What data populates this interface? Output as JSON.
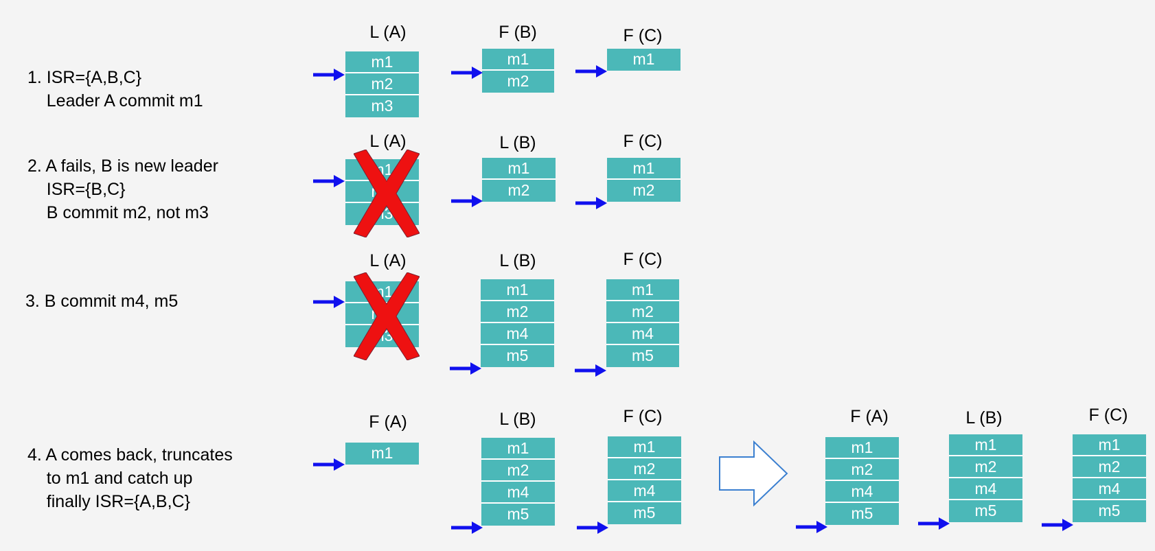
{
  "steps": [
    {
      "id": "step-1",
      "lines": [
        "1. ISR={A,B,C}",
        "    Leader A commit m1"
      ],
      "replicas": [
        {
          "label": "L (A)",
          "messages": [
            "m1",
            "m2",
            "m3"
          ],
          "failed": false
        },
        {
          "label": "F (B)",
          "messages": [
            "m1",
            "m2"
          ],
          "failed": false
        },
        {
          "label": "F (C)",
          "messages": [
            "m1"
          ],
          "failed": false
        }
      ]
    },
    {
      "id": "step-2",
      "lines": [
        "2. A fails, B is new leader",
        "    ISR={B,C}",
        "    B commit m2, not m3"
      ],
      "replicas": [
        {
          "label": "L (A)",
          "messages": [
            "m1",
            "m2",
            "m3"
          ],
          "failed": true
        },
        {
          "label": "L (B)",
          "messages": [
            "m1",
            "m2"
          ],
          "failed": false
        },
        {
          "label": "F (C)",
          "messages": [
            "m1",
            "m2"
          ],
          "failed": false
        }
      ]
    },
    {
      "id": "step-3",
      "lines": [
        "3. B commit m4, m5"
      ],
      "replicas": [
        {
          "label": "L (A)",
          "messages": [
            "m1",
            "m2",
            "m3"
          ],
          "failed": true
        },
        {
          "label": "L (B)",
          "messages": [
            "m1",
            "m2",
            "m4",
            "m5"
          ],
          "failed": false
        },
        {
          "label": "F (C)",
          "messages": [
            "m1",
            "m2",
            "m4",
            "m5"
          ],
          "failed": false
        }
      ]
    },
    {
      "id": "step-4",
      "lines": [
        "4. A comes back, truncates",
        "    to m1 and catch up",
        "    finally ISR={A,B,C}"
      ],
      "replicas": [
        {
          "label": "F (A)",
          "messages": [
            "m1"
          ],
          "failed": false
        },
        {
          "label": "L (B)",
          "messages": [
            "m1",
            "m2",
            "m4",
            "m5"
          ],
          "failed": false
        },
        {
          "label": "F (C)",
          "messages": [
            "m1",
            "m2",
            "m4",
            "m5"
          ],
          "failed": false
        }
      ],
      "after_replicas": [
        {
          "label": "F (A)",
          "messages": [
            "m1",
            "m2",
            "m4",
            "m5"
          ],
          "failed": false
        },
        {
          "label": "L (B)",
          "messages": [
            "m1",
            "m2",
            "m4",
            "m5"
          ],
          "failed": false
        },
        {
          "label": "F (C)",
          "messages": [
            "m1",
            "m2",
            "m4",
            "m5"
          ],
          "failed": false
        }
      ]
    }
  ],
  "colors": {
    "log_box": "#4bb8b8",
    "pointer_arrow": "#1010ee",
    "cross": "#ee1111",
    "big_arrow_stroke": "#3a7fd0"
  }
}
